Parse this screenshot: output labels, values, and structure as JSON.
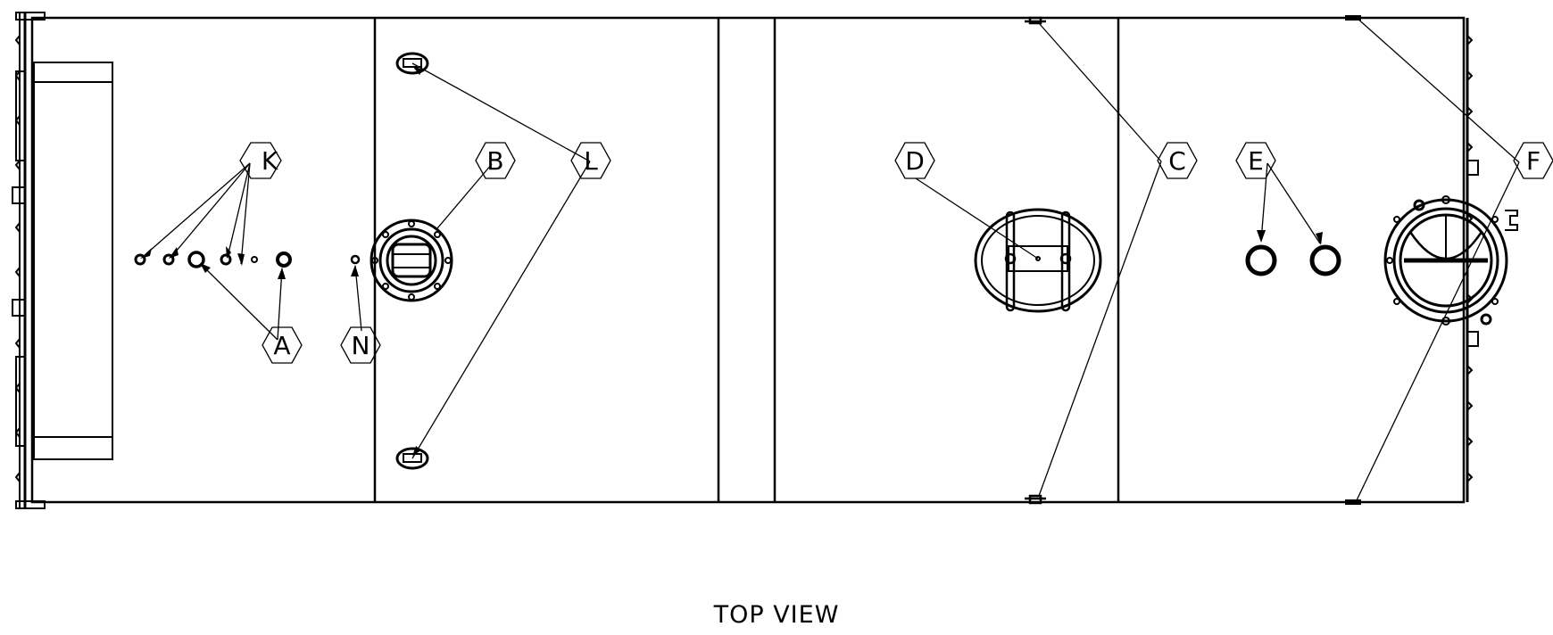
{
  "view_title": "TOP VIEW",
  "callouts": [
    {
      "id": "K",
      "label": "K"
    },
    {
      "id": "B",
      "label": "B"
    },
    {
      "id": "L",
      "label": "L"
    },
    {
      "id": "D",
      "label": "D"
    },
    {
      "id": "C",
      "label": "C"
    },
    {
      "id": "E",
      "label": "E"
    },
    {
      "id": "F",
      "label": "F"
    },
    {
      "id": "A",
      "label": "A"
    },
    {
      "id": "N",
      "label": "N"
    }
  ],
  "colors": {
    "line": "#000000",
    "background": "#ffffff"
  }
}
